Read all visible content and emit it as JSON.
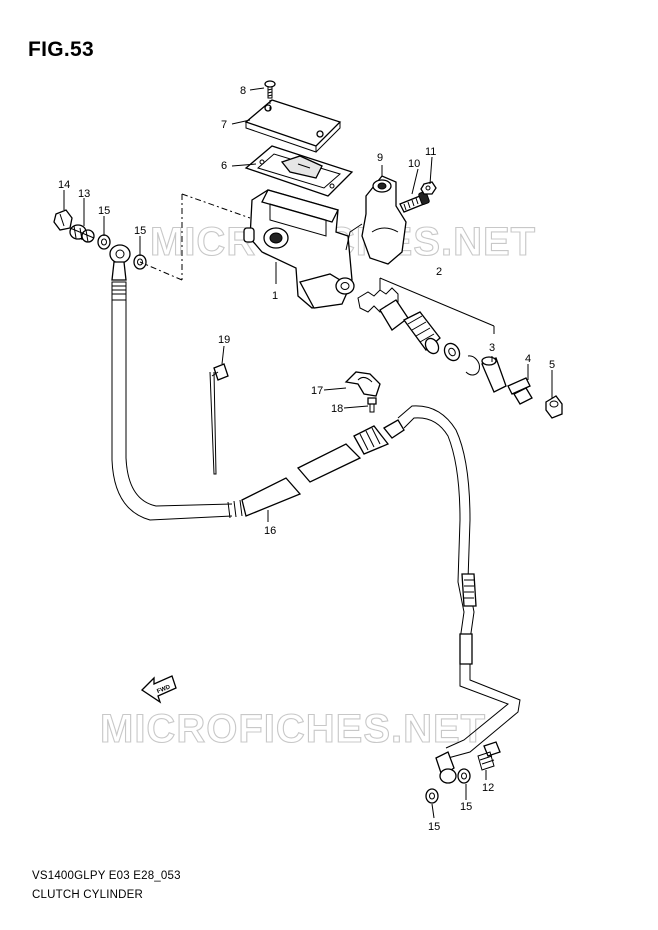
{
  "figure": {
    "title": "FIG.53",
    "model_code": "VS1400GLPY E03 E28_053",
    "name": "CLUTCH CYLINDER"
  },
  "watermark": {
    "text": "MICROFICHES.NET"
  },
  "direction_marker": {
    "label": "FWD"
  },
  "callouts": {
    "c1": "1",
    "c2": "2",
    "c3": "3",
    "c4": "4",
    "c5": "5",
    "c6": "6",
    "c7": "7",
    "c8": "8",
    "c9": "9",
    "c10": "10",
    "c11": "11",
    "c12": "12",
    "c13": "13",
    "c14": "14",
    "c15a": "15",
    "c15b": "15",
    "c15c": "15",
    "c15d": "15",
    "c16": "16",
    "c17": "17",
    "c18": "18",
    "c19": "19"
  },
  "colors": {
    "line": "#000000",
    "watermark": "#c8c8c8",
    "background": "#ffffff"
  }
}
